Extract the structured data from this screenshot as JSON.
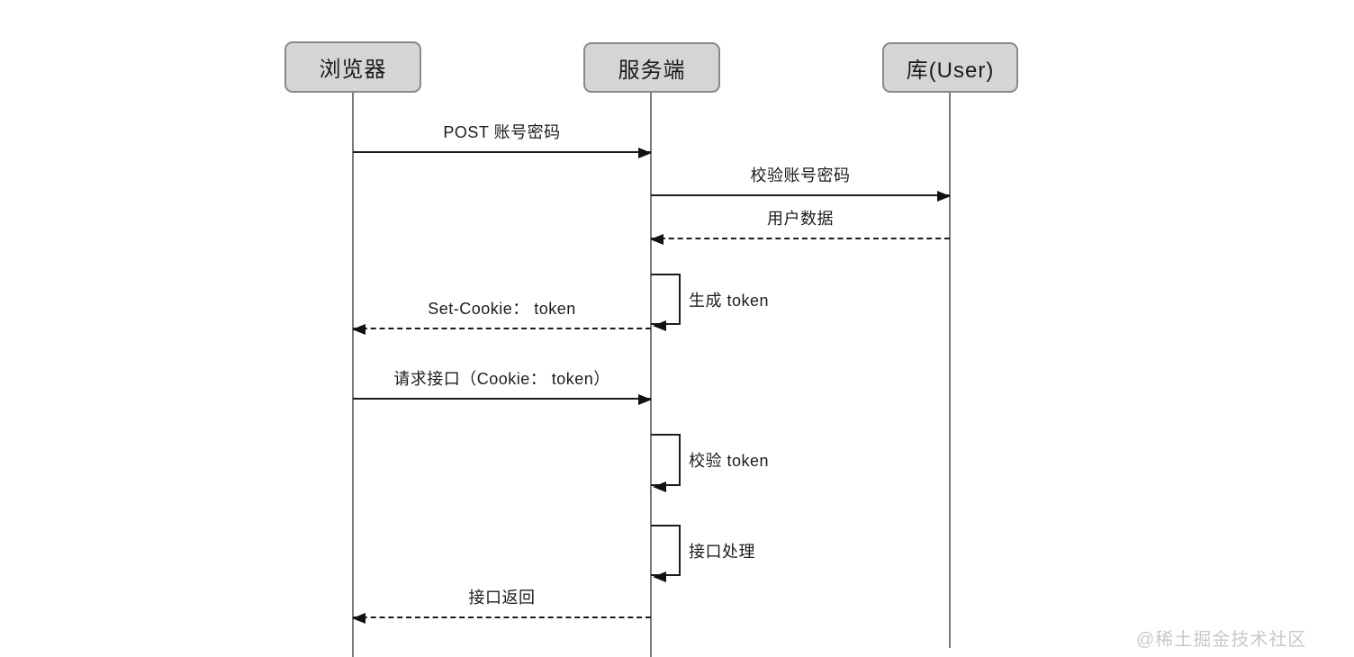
{
  "diagram": {
    "type": "sequence-diagram",
    "actors": [
      {
        "label": "浏览器"
      },
      {
        "label": "服务端"
      },
      {
        "label": "库(User)"
      }
    ],
    "messages": [
      {
        "label": "POST 账号密码",
        "from": "浏览器",
        "to": "服务端",
        "line": "solid",
        "kind": "message"
      },
      {
        "label": "校验账号密码",
        "from": "服务端",
        "to": "库(User)",
        "line": "solid",
        "kind": "message"
      },
      {
        "label": "用户数据",
        "from": "库(User)",
        "to": "服务端",
        "line": "dashed",
        "kind": "reply"
      },
      {
        "label": "生成 token",
        "actor": "服务端",
        "line": "solid",
        "kind": "self"
      },
      {
        "label": "Set-Cookie： token",
        "from": "服务端",
        "to": "浏览器",
        "line": "dashed",
        "kind": "reply"
      },
      {
        "label": "请求接口（Cookie： token）",
        "from": "浏览器",
        "to": "服务端",
        "line": "solid",
        "kind": "message"
      },
      {
        "label": "校验 token",
        "actor": "服务端",
        "line": "solid",
        "kind": "self"
      },
      {
        "label": "接口处理",
        "actor": "服务端",
        "line": "solid",
        "kind": "self"
      },
      {
        "label": "接口返回",
        "from": "服务端",
        "to": "浏览器",
        "line": "dashed",
        "kind": "reply"
      }
    ],
    "watermark": "@稀土掘金技术社区"
  }
}
